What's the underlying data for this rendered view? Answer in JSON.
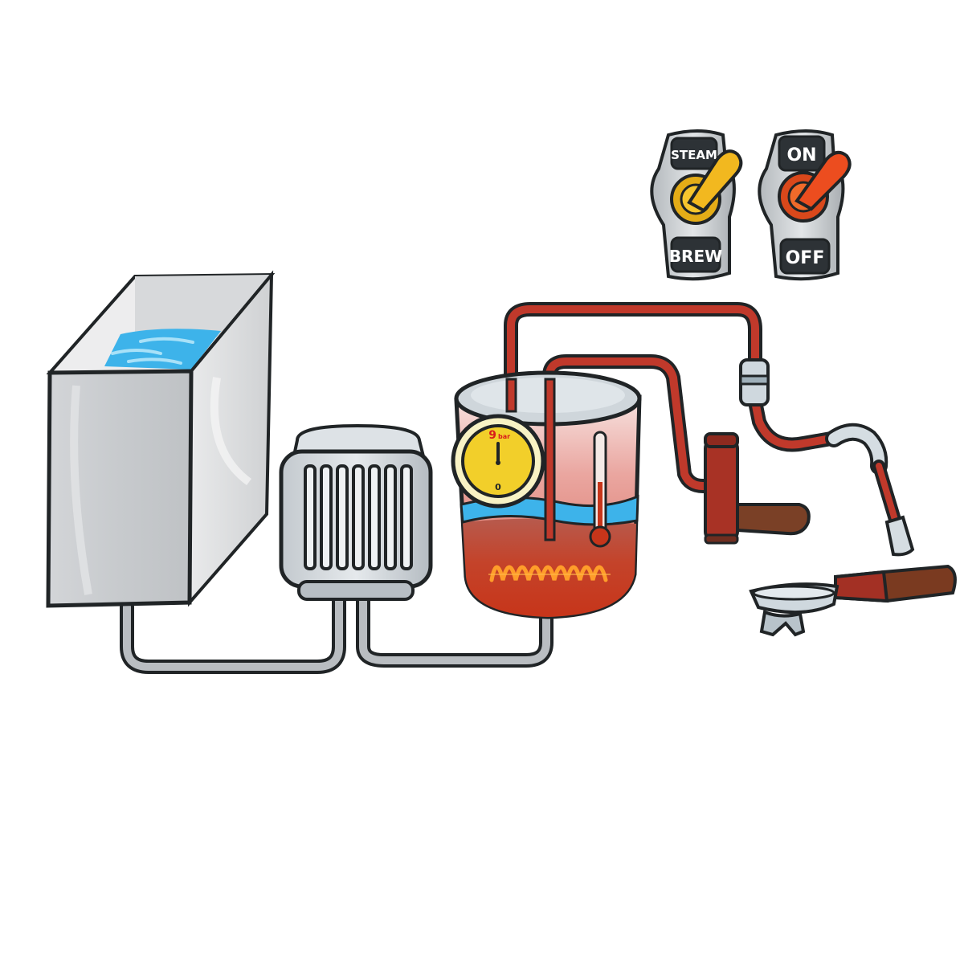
{
  "switches": {
    "mode": {
      "top_label": "STEAM",
      "bottom_label": "BREW",
      "lever_color": "#f2b81f"
    },
    "power": {
      "top_label": "ON",
      "bottom_label": "OFF",
      "lever_color": "#ec4d1f"
    }
  },
  "gauge": {
    "max_value": "9",
    "unit": "bar",
    "min_value": "0"
  },
  "colors": {
    "water": "#3db3ea",
    "hot_water": "#c63a1a",
    "heating_coil": "#ff9d2a",
    "pipe_red": "#c0392b",
    "pipe_grey": "#b9bdc1",
    "metal": "#dde2e6",
    "outline": "#202426"
  }
}
